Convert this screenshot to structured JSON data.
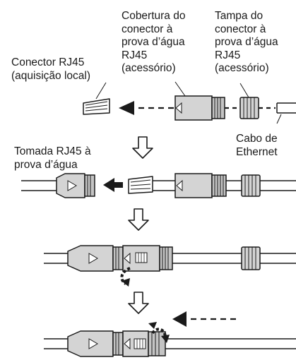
{
  "labels": {
    "rj45_connector": "Conector RJ45\n(aquisição local)",
    "connector_cover": "Cobertura do\nconector à\nprova d’água\nRJ45\n(acessório)",
    "connector_cap": "Tampa do\nconector à\nprova d’água\nRJ45\n(acessório)",
    "ethernet_cable": "Cabo de\nEthernet",
    "waterproof_socket": "Tomada RJ45 à\nprova d’água"
  },
  "colors": {
    "part_fill": "#d4d4d4",
    "part_dark": "#9a9a9a",
    "line": "#1a1a1a",
    "background": "#ffffff"
  }
}
